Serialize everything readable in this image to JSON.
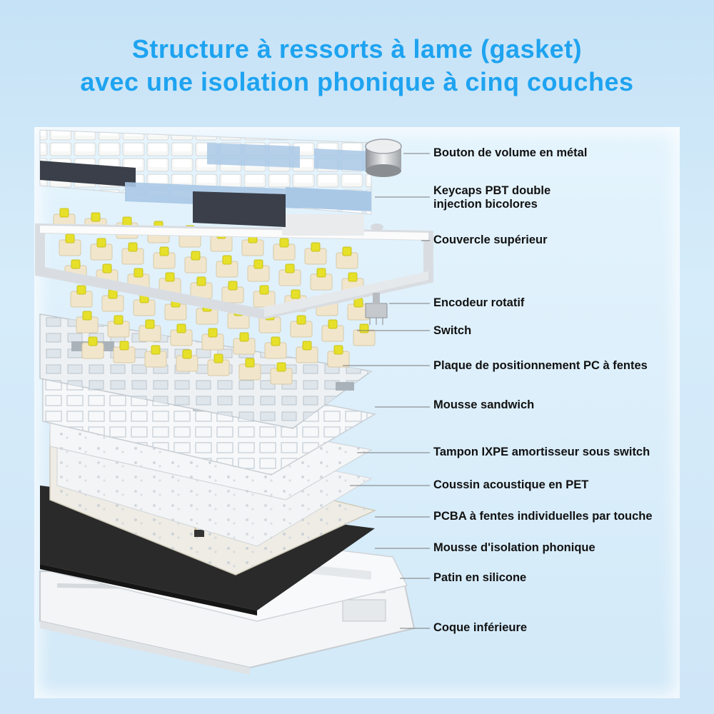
{
  "title": {
    "line1": "Structure à ressorts à lame (gasket)",
    "line2": "avec une isolation phonique à cinq couches"
  },
  "labels": [
    {
      "id": "volume-knob",
      "text": "Bouton de volume en métal"
    },
    {
      "id": "keycaps-1",
      "text": "Keycaps PBT double"
    },
    {
      "id": "keycaps-2",
      "text": "injection bicolores"
    },
    {
      "id": "top-cover",
      "text": "Couvercle supérieur"
    },
    {
      "id": "rotary-encoder",
      "text": "Encodeur rotatif"
    },
    {
      "id": "switch",
      "text": "Switch"
    },
    {
      "id": "pc-plate",
      "text": "Plaque de positionnement PC à fentes"
    },
    {
      "id": "sandwich-foam",
      "text": "Mousse sandwich"
    },
    {
      "id": "ixpe-pad",
      "text": "Tampon IXPE amortisseur sous switch"
    },
    {
      "id": "pet-cushion",
      "text": "Coussin acoustique en PET"
    },
    {
      "id": "pcba",
      "text": "PCBA à fentes individuelles par touche"
    },
    {
      "id": "isolation-foam",
      "text": "Mousse d'isolation phonique"
    },
    {
      "id": "silicone-pad",
      "text": "Patin en silicone"
    },
    {
      "id": "bottom-case",
      "text": "Coque inférieure"
    }
  ],
  "colors": {
    "title": "#1ea3f0",
    "keycap_white": "#f7f7f5",
    "keycap_blue": "#a9c8e6",
    "keycap_dark": "#3a3f4a",
    "switch_cream": "#f1e6cc",
    "switch_stem": "#e6e02a",
    "foam_black": "#2a2a2a",
    "case_white": "#f4f5f6"
  }
}
